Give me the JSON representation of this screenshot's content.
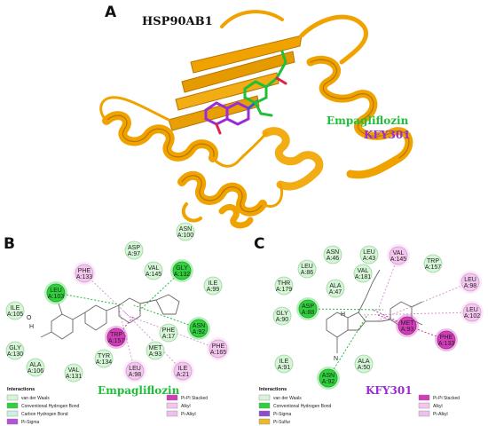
{
  "panels": {
    "a": {
      "letter": "A",
      "protein": "HSP90AB1",
      "ligands": [
        {
          "name": "Empagliflozin",
          "color": "#1fbf3a"
        },
        {
          "name": "KFY301",
          "color": "#9a2bd6"
        }
      ]
    },
    "b": {
      "letter": "B",
      "ligand_label": "Empagliflozin",
      "legend_title": "Interactions",
      "residues": [
        {
          "name": "ASP",
          "num": "A:97",
          "type": "vdw"
        },
        {
          "name": "ASN",
          "num": "A:100",
          "type": "vdw"
        },
        {
          "name": "PHE",
          "num": "A:133",
          "type": "alkyl"
        },
        {
          "name": "VAL",
          "num": "A:145",
          "type": "vdw"
        },
        {
          "name": "GLY",
          "num": "A:132",
          "type": "hbond"
        },
        {
          "name": "ILE",
          "num": "A:99",
          "type": "vdw"
        },
        {
          "name": "LEU",
          "num": "A:103",
          "type": "hbond"
        },
        {
          "name": "ILE",
          "num": "A:105",
          "type": "vdw"
        },
        {
          "name": "TRP",
          "num": "A:157",
          "type": "stacked"
        },
        {
          "name": "PHE",
          "num": "A:17",
          "type": "vdw"
        },
        {
          "name": "MET",
          "num": "A:93",
          "type": "vdw"
        },
        {
          "name": "TYR",
          "num": "A:134",
          "type": "vdw"
        },
        {
          "name": "GLY",
          "num": "A:130",
          "type": "vdw"
        },
        {
          "name": "ALA",
          "num": "A:106",
          "type": "vdw"
        },
        {
          "name": "VAL",
          "num": "A:131",
          "type": "vdw"
        },
        {
          "name": "LEU",
          "num": "A:98",
          "type": "alkyl"
        },
        {
          "name": "ILE",
          "num": "A:21",
          "type": "alkyl"
        },
        {
          "name": "PHE",
          "num": "A:165",
          "type": "alkyl"
        },
        {
          "name": "ASN",
          "num": "A:92",
          "type": "hbond"
        }
      ],
      "legend_items": [
        {
          "label": "van der Waals",
          "color": "#d5f5d6"
        },
        {
          "label": "Conventional Hydrogen Bond",
          "color": "#2ed13b"
        },
        {
          "label": "Carbon Hydrogen Bond",
          "color": "#cdeee2"
        },
        {
          "label": "Pi-Sigma",
          "color": "#b252d8"
        },
        {
          "label": "Pi-Pi Stacked",
          "color": "#d23cb8"
        },
        {
          "label": "Alkyl",
          "color": "#f3c6ee"
        },
        {
          "label": "Pi-Alkyl",
          "color": "#eec0ec"
        }
      ]
    },
    "c": {
      "letter": "C",
      "ligand_label": "KFY301",
      "legend_title": "Interactions",
      "residues": [
        {
          "name": "ASN",
          "num": "A:46",
          "type": "vdw"
        },
        {
          "name": "LEU",
          "num": "A:43",
          "type": "vdw"
        },
        {
          "name": "LEU",
          "num": "A:86",
          "type": "vdw"
        },
        {
          "name": "VAL",
          "num": "A:145",
          "type": "alkyl"
        },
        {
          "name": "VAL",
          "num": "A:181",
          "type": "vdw"
        },
        {
          "name": "TRP",
          "num": "A:157",
          "type": "vdw"
        },
        {
          "name": "THR",
          "num": "A:179",
          "type": "vdw"
        },
        {
          "name": "ALA",
          "num": "A:47",
          "type": "vdw"
        },
        {
          "name": "LEU",
          "num": "A:98",
          "type": "alkyl"
        },
        {
          "name": "ASP",
          "num": "A:88",
          "type": "hbond"
        },
        {
          "name": "LEU",
          "num": "A:102",
          "type": "alkyl"
        },
        {
          "name": "GLY",
          "num": "A:90",
          "type": "vdw"
        },
        {
          "name": "MET",
          "num": "A:93",
          "type": "stacked"
        },
        {
          "name": "PHE",
          "num": "A:133",
          "type": "stacked"
        },
        {
          "name": "ILE",
          "num": "A:91",
          "type": "vdw"
        },
        {
          "name": "ALA",
          "num": "A:50",
          "type": "vdw"
        },
        {
          "name": "ASN",
          "num": "A:92",
          "type": "hbond"
        }
      ],
      "legend_items": [
        {
          "label": "van der Waals",
          "color": "#d5f5d6"
        },
        {
          "label": "Conventional Hydrogen Bond",
          "color": "#2ed13b"
        },
        {
          "label": "Pi-Sigma",
          "color": "#8a4fcf"
        },
        {
          "label": "Pi-Sulfur",
          "color": "#e8b82f"
        },
        {
          "label": "Pi-Pi Stacked",
          "color": "#d23cb8"
        },
        {
          "label": "Alkyl",
          "color": "#f3c6ee"
        },
        {
          "label": "Pi-Alkyl",
          "color": "#eec0ec"
        }
      ]
    }
  },
  "colors": {
    "vdw": "#d5f5d6",
    "vdw_stroke": "#9ad79d",
    "hbond": "#2ed13b",
    "hbond_stroke": "#1f9b2a",
    "alkyl": "#f3c6ee",
    "alkyl_stroke": "#d69ad2",
    "stacked": "#d23cb8",
    "stacked_stroke": "#9b238a",
    "ribbon": "#f0a300",
    "ribbon_dark": "#b67600"
  }
}
